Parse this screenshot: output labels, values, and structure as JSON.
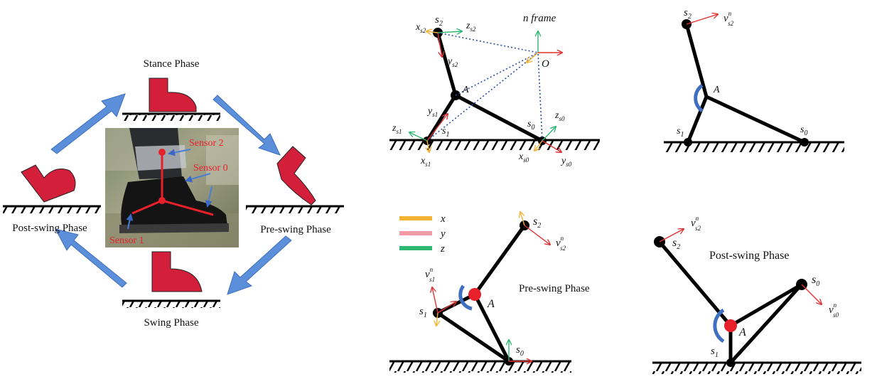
{
  "phase_cycle": {
    "stance_label": "Stance Phase",
    "pre_swing_label": "Pre-swing Phase",
    "swing_label": "Swing Phase",
    "post_swing_label": "Post-swing Phase",
    "sensor_0_label": "Sensor 0",
    "sensor_1_label": "Sensor 1",
    "sensor_2_label": "Sensor 2"
  },
  "panel_frames": {
    "n_frame_label": "n  frame",
    "origin_label": "O",
    "joint_label": "A",
    "s2_label": "s",
    "s2_sub": "2",
    "s1_label": "s",
    "s1_sub": "1",
    "s0_label": "s",
    "s0_sub": "0",
    "xs2_label": "x",
    "xs2_sub": "s2",
    "zs2_label": "z",
    "zs2_sub": "s2",
    "ys2_label": "y",
    "ys2_sub": "s2",
    "ys1_label": "y",
    "ys1_sub": "s1",
    "zs1_label": "z",
    "zs1_sub": "s1",
    "xs1_label": "x",
    "xs1_sub": "s1",
    "zs0_label": "z",
    "zs0_sub": "s0",
    "xs0_label": "x",
    "xs0_sub": "s0",
    "ys0_label": "y",
    "ys0_sub": "s0"
  },
  "panel_stance": {
    "s2_label": "s",
    "s2_sub": "2",
    "v2_label": "v",
    "v2_sup": "n",
    "v2_sub": "s2",
    "joint_label": "A",
    "s1_label": "s",
    "s1_sub": "1",
    "s0_label": "s",
    "s0_sub": "0"
  },
  "legend": {
    "items": [
      {
        "label": "x",
        "color": "#f5b335"
      },
      {
        "label": "y",
        "color": "#f29aa6"
      },
      {
        "label": "z",
        "color": "#2fb872"
      }
    ]
  },
  "panel_preswing": {
    "title": "Pre-swing Phase",
    "s2_label": "s",
    "s2_sub": "2",
    "v2_label": "v",
    "v2_sup": "n",
    "v2_sub": "s2",
    "v1_label": "v",
    "v1_sup": "n",
    "v1_sub": "s1",
    "joint_label": "A",
    "s1_label": "s",
    "s1_sub": "1",
    "s0_label": "s",
    "s0_sub": "0"
  },
  "panel_postswing": {
    "title": "Post-swing Phase",
    "s2_label": "s",
    "s2_sub": "2",
    "v2_label": "v",
    "v2_sup": "n",
    "v2_sub": "s2",
    "s0_label": "s",
    "s0_sub": "0",
    "v0_label": "v",
    "v0_sup": "n",
    "v0_sub": "s0",
    "joint_label": "A",
    "s1_label": "s",
    "s1_sub": "1"
  },
  "colors": {
    "foot": "#d41f3a",
    "arrow": "#5b8fd9",
    "limb": "#000000",
    "velocity": "#e03030",
    "dotted": "#2b4fa8",
    "joint_arc": "#3f6fc0"
  }
}
